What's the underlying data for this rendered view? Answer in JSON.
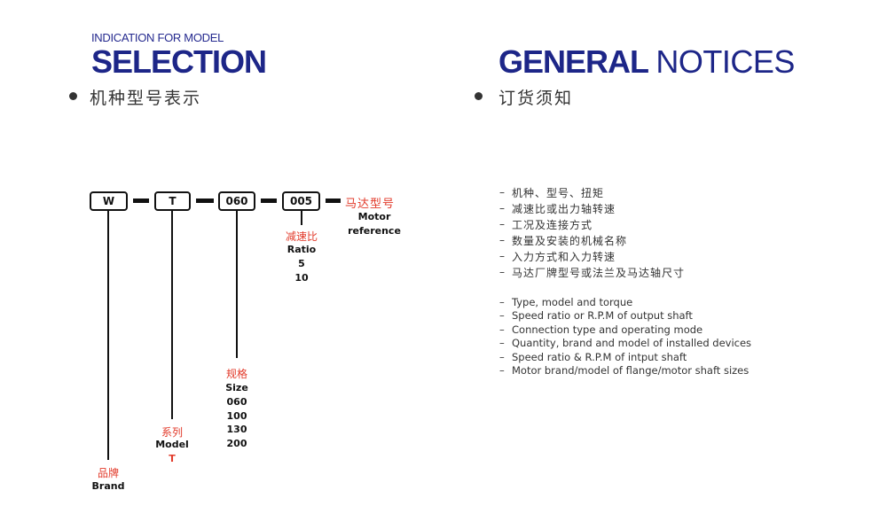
{
  "left": {
    "kicker": "INDICATION FOR MODEL",
    "title": "SELECTION",
    "subtitle_cn": "机种型号表示"
  },
  "right": {
    "title_bold": "GENERAL",
    "title_light": "NOTICES",
    "subtitle_cn": "订货须知"
  },
  "diagram": {
    "codes": [
      "W",
      "T",
      "060",
      "005"
    ],
    "motor": {
      "cn": "马达型号",
      "en1": "Motor",
      "en2": "reference"
    },
    "ratio": {
      "cn": "减速比",
      "en": "Ratio",
      "values": [
        "5",
        "10"
      ]
    },
    "size": {
      "cn": "规格",
      "en": "Size",
      "values": [
        "060",
        "100",
        "130",
        "200"
      ]
    },
    "model": {
      "cn": "系列",
      "en": "Model",
      "value": "T"
    },
    "brand": {
      "cn": "品牌",
      "en": "Brand"
    }
  },
  "notices_cn": [
    "机种、型号、扭矩",
    "减速比或出力轴转速",
    "工况及连接方式",
    "数量及安装的机械名称",
    "入力方式和入力转速",
    "马达厂牌型号或法兰及马达轴尺寸"
  ],
  "notices_en": [
    "Type, model and torque",
    "Speed ratio or  R.P.M of output shaft",
    "Connection  type and operating mode",
    "Quantity, brand and model of installed devices",
    "Speed ratio & R.P.M of intput shaft",
    "Motor brand/model of flange/motor shaft sizes"
  ],
  "dash_char": "–"
}
